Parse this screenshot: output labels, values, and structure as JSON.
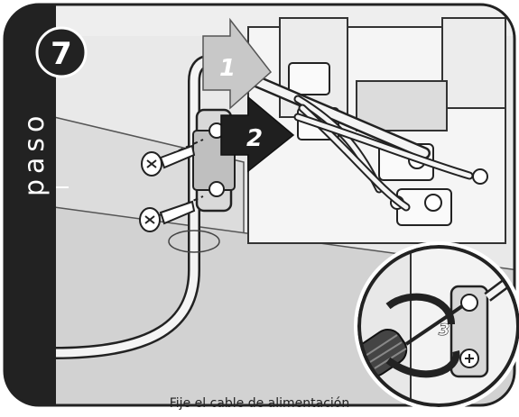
{
  "step": {
    "number": "7",
    "word": "paso"
  },
  "callouts": [
    "1",
    "2",
    "3"
  ],
  "caption": "Fije el cable de alimentación",
  "colors": {
    "sidebar": "#222222",
    "arrow_light": "#c8c8c8",
    "arrow_dark": "#1f1f1f",
    "wall": "#e6e6e6",
    "panel": "#f2f2f2"
  },
  "icons": [
    "screw-icon",
    "clamp-icon",
    "screwdriver-icon",
    "magnifier-inset"
  ]
}
